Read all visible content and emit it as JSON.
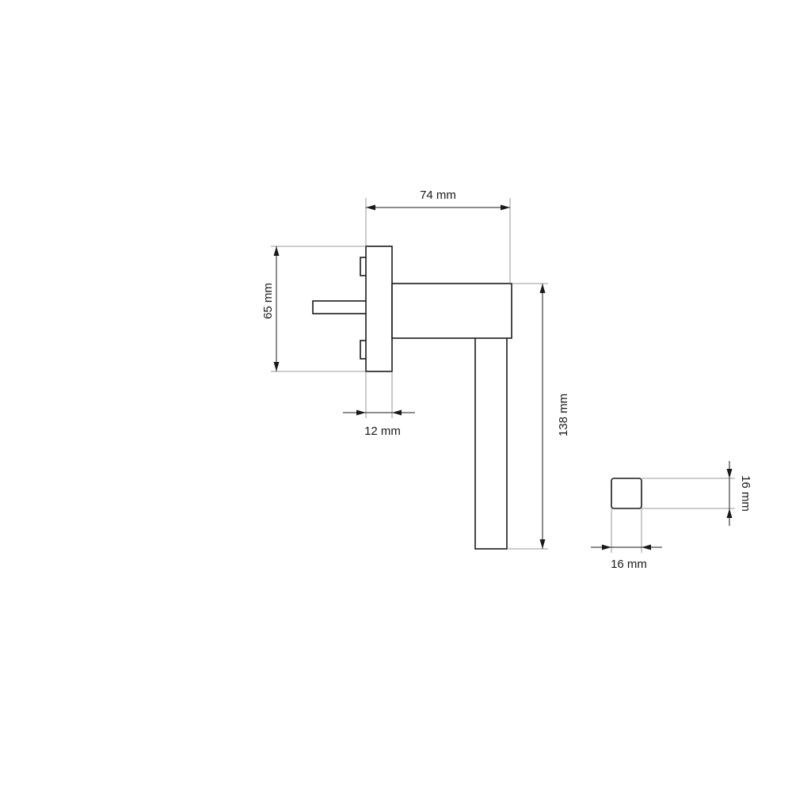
{
  "drawing": {
    "dimensions": {
      "width_total": "74 mm",
      "rosette_height": "65 mm",
      "rosette_depth": "12 mm",
      "lever_length": "138 mm",
      "section_width": "16 mm",
      "section_height": "16 mm"
    },
    "colors": {
      "line": "#1a1a1a",
      "extension_line": "#7a7a7a",
      "background": "#ffffff"
    }
  }
}
